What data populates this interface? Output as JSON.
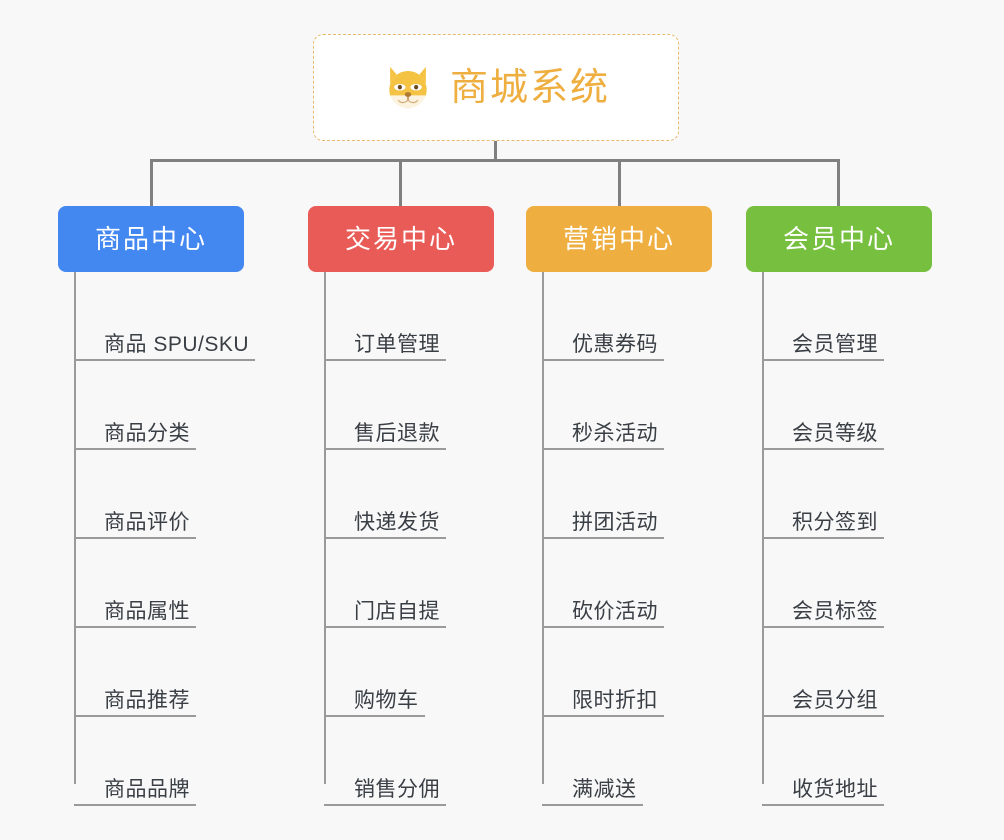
{
  "diagram": {
    "type": "org-tree",
    "background_color": "#f8f8f8",
    "connector_color": "#808080",
    "root": {
      "title": "商城系统",
      "icon": "shiba-dog-face-icon",
      "text_color": "#eeae40",
      "border_color": "#e7b96a",
      "background_color": "#ffffff"
    },
    "categories": [
      {
        "label": "商品中心",
        "color": "#4387f0",
        "items": [
          "商品 SPU/SKU",
          "商品分类",
          "商品评价",
          "商品属性",
          "商品推荐",
          "商品品牌"
        ]
      },
      {
        "label": "交易中心",
        "color": "#e95b57",
        "items": [
          "订单管理",
          "售后退款",
          "快递发货",
          "门店自提",
          "购物车",
          "销售分佣"
        ]
      },
      {
        "label": "营销中心",
        "color": "#eeae40",
        "items": [
          "优惠券码",
          "秒杀活动",
          "拼团活动",
          "砍价活动",
          "限时折扣",
          "满减送"
        ]
      },
      {
        "label": "会员中心",
        "color": "#76bf3f",
        "items": [
          "会员管理",
          "会员等级",
          "积分签到",
          "会员标签",
          "会员分组",
          "收货地址"
        ]
      }
    ]
  }
}
